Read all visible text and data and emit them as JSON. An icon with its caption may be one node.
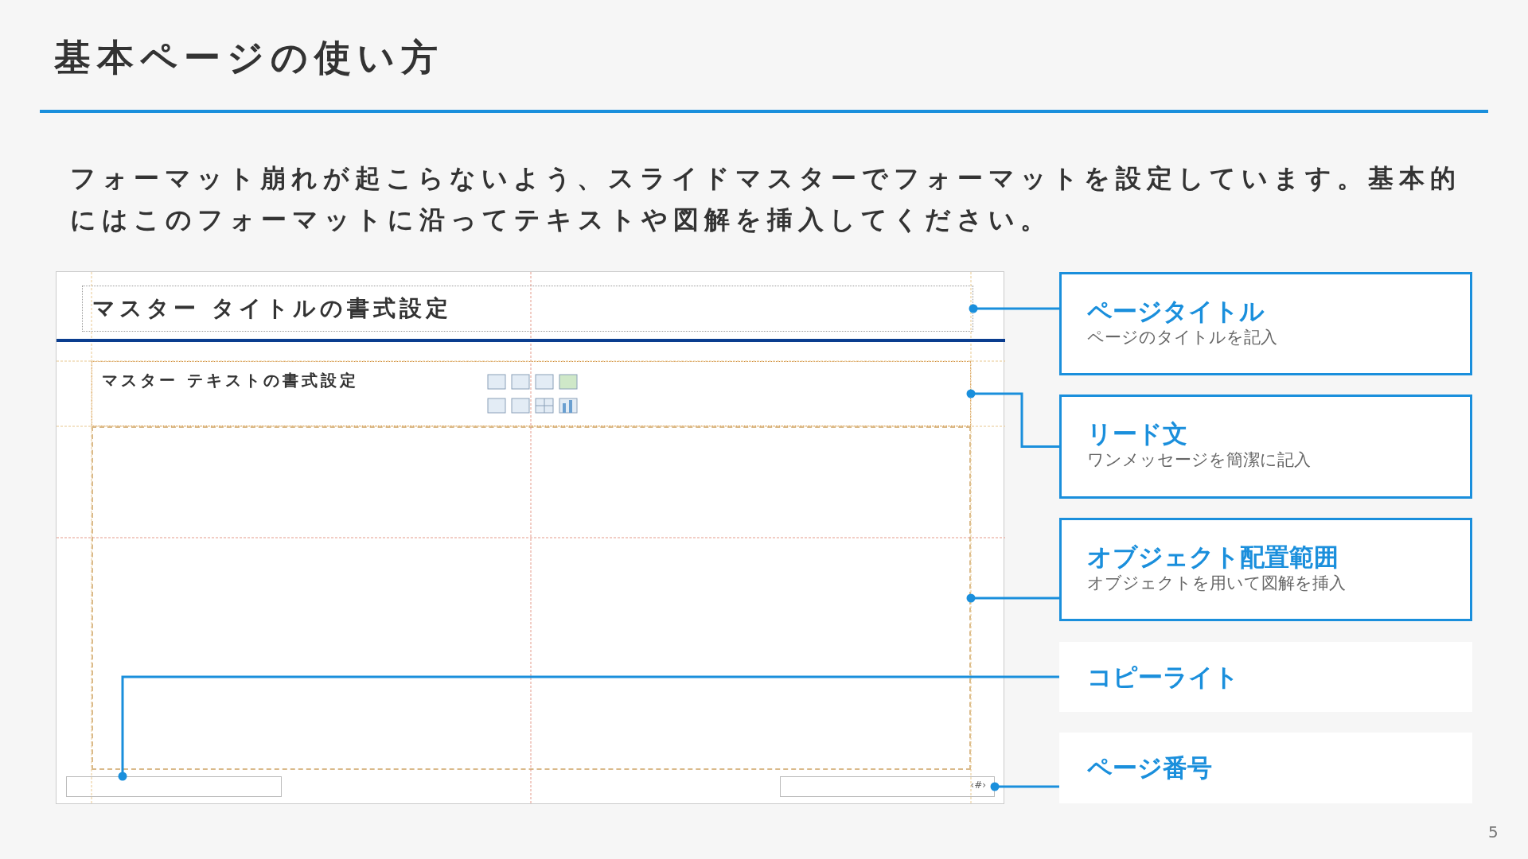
{
  "diagram": {
    "title": "基本ページの使い方",
    "nodes": [
      {
        "text": [],
        "shape": "box"
      },
      {
        "text": [
          "マスター タイトルの書式設定"
        ],
        "in": 0
      },
      {
        "text": [
          "マスター テキストの書式設定"
        ],
        "in": 0
      },
      {
        "text": [],
        "shape": "box",
        "in": 0
      },
      {
        "text": [],
        "shape": "box",
        "in": 0
      },
      {
        "text": [
          "‹#›"
        ],
        "in": 0
      },
      {
        "text": [
          "ページタイトル",
          "ページのタイトルを記入"
        ]
      },
      {
        "text": [
          "リード文",
          "ワンメッセージを簡潔に記入"
        ]
      },
      {
        "text": [
          "オブジェクト配置範囲",
          "オブジェクトを用いて図解を挿入"
        ]
      },
      {
        "text": [
          "コピーライト"
        ]
      },
      {
        "text": [
          "ページ番号"
        ]
      }
    ],
    "edges": [
      {
        "from": 6,
        "to": 1,
        "arrow": "other"
      },
      {
        "from": 7,
        "to": 2,
        "arrow": "other"
      },
      {
        "from": 8,
        "to": 3,
        "arrow": "other"
      },
      {
        "from": 9,
        "to": 4,
        "arrow": "other"
      },
      {
        "from": 10,
        "to": 5,
        "arrow": "other"
      }
    ],
    "labels": [
      "フォーマット崩れが起こらないよう、スライドマスターでフォーマットを設定しています。基本的にはこのフォーマットに沿ってテキストや図解を挿入してください。",
      "5"
    ]
  }
}
